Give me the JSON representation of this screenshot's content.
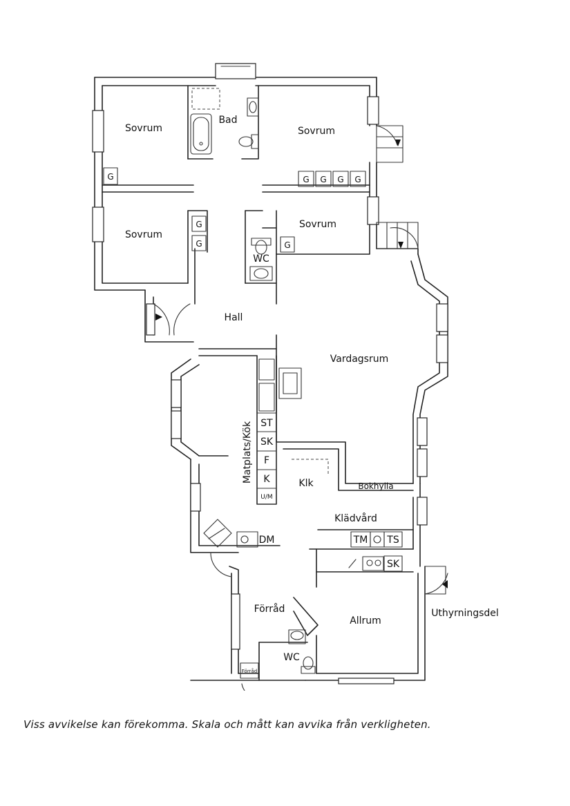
{
  "rooms": {
    "sovrum_1": "Sovrum",
    "bad": "Bad",
    "sovrum_2": "Sovrum",
    "sovrum_3": "Sovrum",
    "sovrum_4": "Sovrum",
    "wc_1": "WC",
    "hall": "Hall",
    "vardagsrum": "Vardagsrum",
    "matplats_kok": "Matplats/Kök",
    "klk": "Klk",
    "bokhylla": "Bokhylla",
    "kladvard": "Klädvård",
    "forrad_1": "Förråd",
    "allrum": "Allrum",
    "wc_2": "WC",
    "forrad_small": "Förråd",
    "uthyrningsdel": "Uthyrningsdel"
  },
  "fixtures": {
    "wardrobe": "G",
    "stove": "ST",
    "dishwasher": "SK",
    "freezer": "F",
    "fridge": "K",
    "microwave": "U/M",
    "dm": "DM",
    "tm": "TM",
    "ts": "TS",
    "sk_laundry": "SK"
  },
  "disclaimer": "Viss avvikelse kan förekomma. Skala och mått kan avvika från verkligheten."
}
